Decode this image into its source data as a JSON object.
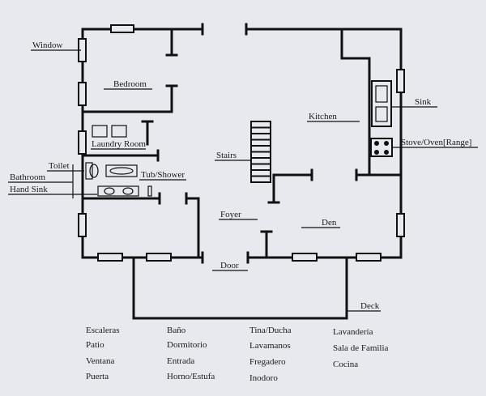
{
  "colors": {
    "background": "#e7e9ee",
    "ink": "#111111"
  },
  "labels": {
    "window": "Window",
    "bedroom": "Bedroom",
    "laundry": "Laundry Room",
    "toilet": "Toilet",
    "bathroom": "Bathroom",
    "hand_sink": "Hand Sink",
    "tub": "Tub/Shower",
    "stairs": "Stairs",
    "kitchen": "Kitchen",
    "sink": "Sink",
    "stove": "Stove/Oven[Range]",
    "foyer": "Foyer",
    "den": "Den",
    "door": "Door",
    "deck": "Deck"
  },
  "glossary": {
    "col1": [
      "Escaleras",
      "Patio",
      "Ventana",
      "Puerta"
    ],
    "col2": [
      "Baño",
      "Dormitorio",
      "Entrada",
      "Horno/Estufa"
    ],
    "col3": [
      "Tina/Ducha",
      "Lavamanos",
      "Fregadero",
      "Inodoro"
    ],
    "col4": [
      "Lavandería",
      "Sala de Familia",
      "Cocina"
    ]
  }
}
